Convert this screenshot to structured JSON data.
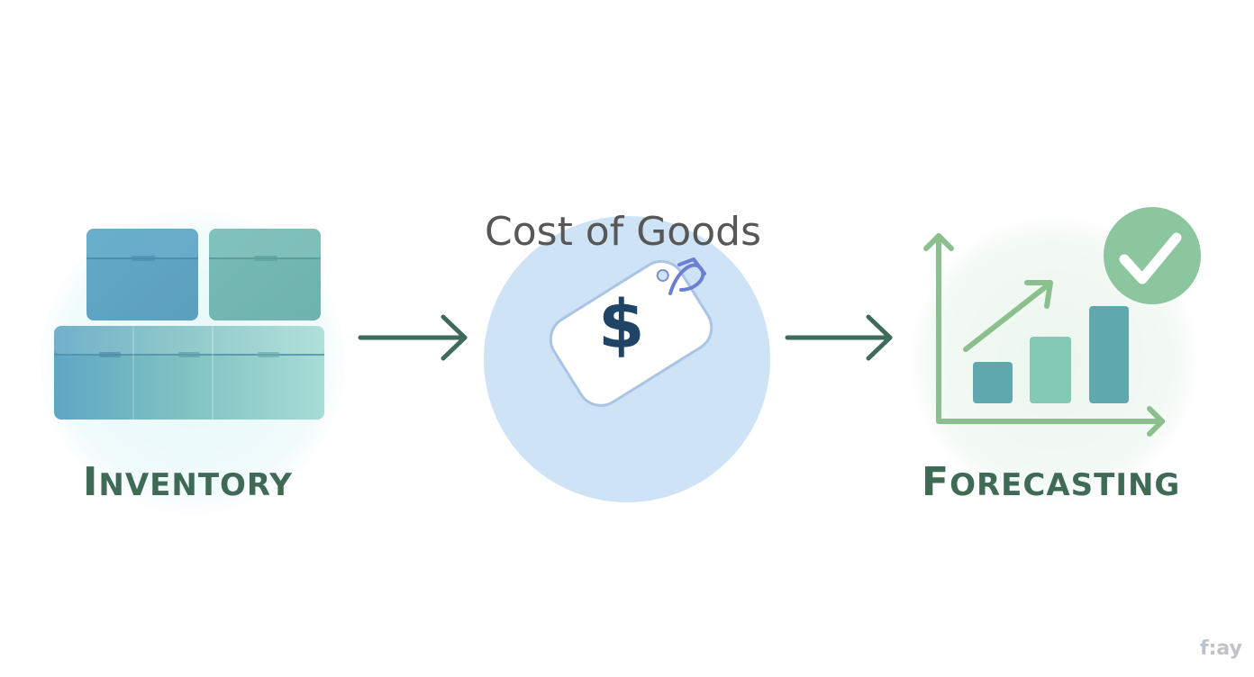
{
  "diagram": {
    "steps": [
      {
        "label_cap": "I",
        "label_rest": "nventory",
        "icon": "stacked-boxes-icon"
      },
      {
        "title": "Cost of Goods",
        "icon": "price-tag-icon",
        "symbol": "$"
      },
      {
        "label_cap": "F",
        "label_rest": "orecasting",
        "icon": "growth-chart-icon"
      }
    ],
    "connectors": [
      "arrow-right-icon",
      "arrow-right-icon"
    ],
    "badge_icon": "checkmark-icon",
    "watermark": "f:ay"
  },
  "colors": {
    "label_green": "#3f6a55",
    "arrow_green": "#3e6b5a",
    "cost_circle": "#cfe3f7",
    "dollar_navy": "#1f4466"
  }
}
